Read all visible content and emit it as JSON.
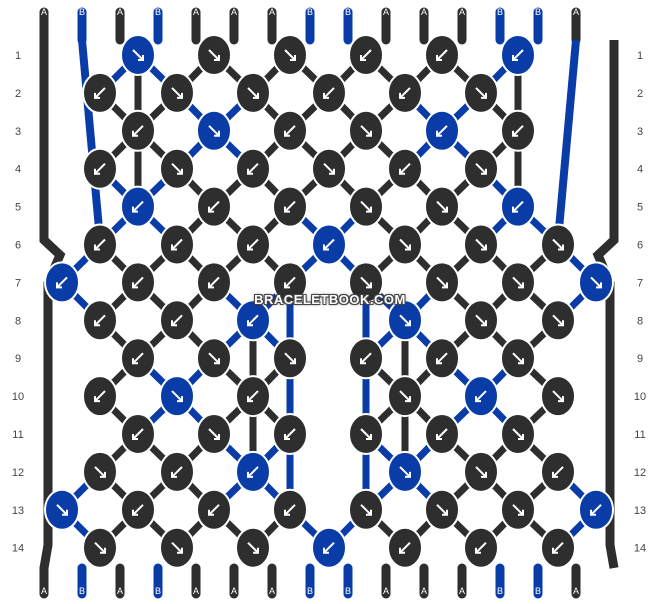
{
  "watermark": "BRACELETBOOK.COM",
  "colors": {
    "A": "#2e2e2e",
    "B": "#0a3ca8",
    "border": "#ffffff"
  },
  "strings_top": [
    "A",
    "B",
    "A",
    "B",
    "A",
    "A",
    "A",
    "B",
    "B",
    "A",
    "A",
    "A",
    "B",
    "B",
    "A"
  ],
  "strings_bottom": [
    "A",
    "B",
    "A",
    "B",
    "A",
    "A",
    "A",
    "B",
    "B",
    "A",
    "A",
    "A",
    "B",
    "B",
    "A"
  ],
  "row_labels": [
    "1",
    "2",
    "3",
    "4",
    "5",
    "6",
    "7",
    "8",
    "9",
    "10",
    "11",
    "12",
    "13",
    "14"
  ],
  "knots": [
    [
      [
        "B",
        "bf"
      ],
      [
        "A",
        "ff"
      ],
      [
        "A",
        "ff"
      ],
      [
        "A",
        "bb"
      ],
      [
        "A",
        "bb"
      ],
      [
        "B",
        "fb"
      ]
    ],
    [
      [
        "A",
        "bb"
      ],
      [
        "A",
        "ff"
      ],
      [
        "A",
        "ff"
      ],
      [
        "A",
        "bb"
      ],
      [
        "A",
        "bb"
      ],
      [
        "A",
        "ff"
      ]
    ],
    [
      [
        "A",
        "bb"
      ],
      [
        "B",
        "ff"
      ],
      [
        "A",
        "bb"
      ],
      [
        "A",
        "ff"
      ],
      [
        "B",
        "bb"
      ],
      [
        "A",
        "fb"
      ]
    ],
    [
      [
        "A",
        "bb"
      ],
      [
        "A",
        "ff"
      ],
      [
        "A",
        "bb"
      ],
      [
        "A",
        "ff"
      ],
      [
        "A",
        "bb"
      ],
      [
        "A",
        "ff"
      ]
    ],
    [
      [
        "B",
        "bb"
      ],
      [
        "A",
        "bb"
      ],
      [
        "A",
        "bb"
      ],
      [
        "A",
        "ff"
      ],
      [
        "A",
        "ff"
      ],
      [
        "B",
        "fb"
      ]
    ],
    [
      [
        "A",
        "bb"
      ],
      [
        "A",
        "bb"
      ],
      [
        "A",
        "bb"
      ],
      [
        "B",
        "bb"
      ],
      [
        "A",
        "ff"
      ],
      [
        "A",
        "ff"
      ],
      [
        "A",
        "ff"
      ]
    ],
    [
      [
        "B",
        "bb"
      ],
      [
        "A",
        "bb"
      ],
      [
        "A",
        "bb"
      ],
      [
        "A",
        "fb"
      ],
      [
        "A",
        "bf"
      ],
      [
        "A",
        "ff"
      ],
      [
        "A",
        "ff"
      ],
      [
        "B",
        "ff"
      ]
    ],
    [
      [
        "A",
        "bb"
      ],
      [
        "A",
        "bb"
      ],
      [
        "B",
        "fb"
      ],
      [
        "B",
        "bf"
      ],
      [
        "A",
        "ff"
      ],
      [
        "A",
        "ff"
      ]
    ],
    [
      [
        "A",
        "bb"
      ],
      [
        "A",
        "ff"
      ],
      [
        "A",
        "ff"
      ],
      [
        "A",
        "bb"
      ],
      [
        "A",
        "bb"
      ],
      [
        "A",
        "ff"
      ]
    ],
    [
      [
        "A",
        "bb"
      ],
      [
        "B",
        "ff"
      ],
      [
        "A",
        "fb"
      ],
      [
        "A",
        "bf"
      ],
      [
        "B",
        "bb"
      ],
      [
        "A",
        "ff"
      ]
    ],
    [
      [
        "A",
        "bb"
      ],
      [
        "A",
        "ff"
      ],
      [
        "A",
        "bb"
      ],
      [
        "A",
        "ff"
      ],
      [
        "A",
        "bb"
      ],
      [
        "A",
        "ff"
      ]
    ],
    [
      [
        "A",
        "ff"
      ],
      [
        "A",
        "bb"
      ],
      [
        "B",
        "fb"
      ],
      [
        "B",
        "bf"
      ],
      [
        "A",
        "ff"
      ],
      [
        "A",
        "bb"
      ]
    ],
    [
      [
        "B",
        "ff"
      ],
      [
        "A",
        "bb"
      ],
      [
        "A",
        "bb"
      ],
      [
        "A",
        "fb"
      ],
      [
        "A",
        "bf"
      ],
      [
        "A",
        "ff"
      ],
      [
        "A",
        "ff"
      ],
      [
        "B",
        "bb"
      ]
    ],
    [
      [
        "A",
        "ff"
      ],
      [
        "A",
        "ff"
      ],
      [
        "A",
        "ff"
      ],
      [
        "B",
        "bb"
      ],
      [
        "A",
        "bb"
      ],
      [
        "A",
        "bb"
      ],
      [
        "A",
        "bb"
      ]
    ]
  ]
}
